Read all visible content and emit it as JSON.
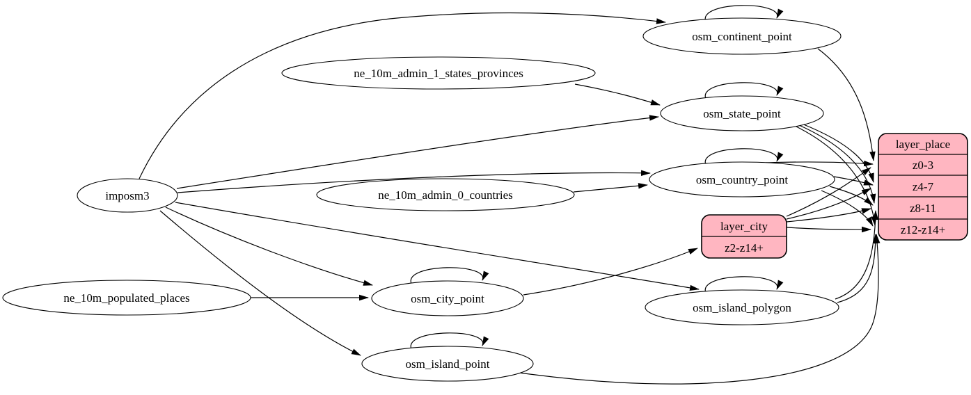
{
  "diagram": {
    "type": "etl-dependency-graph",
    "background": "#ffffff",
    "colors": {
      "node_fill": "#ffffff",
      "record_fill": "#ffb6c1",
      "stroke": "#000000",
      "text": "#000000"
    },
    "nodes": {
      "imposm3": {
        "label": "imposm3"
      },
      "ne_10m_admin_1_states_provinces": {
        "label": "ne_10m_admin_1_states_provinces"
      },
      "ne_10m_admin_0_countries": {
        "label": "ne_10m_admin_0_countries"
      },
      "ne_10m_populated_places": {
        "label": "ne_10m_populated_places"
      },
      "osm_continent_point": {
        "label": "osm_continent_point"
      },
      "osm_state_point": {
        "label": "osm_state_point"
      },
      "osm_country_point": {
        "label": "osm_country_point"
      },
      "osm_city_point": {
        "label": "osm_city_point"
      },
      "osm_island_polygon": {
        "label": "osm_island_polygon"
      },
      "osm_island_point": {
        "label": "osm_island_point"
      },
      "layer_place": {
        "title": "layer_place",
        "rows": [
          "z0-3",
          "z4-7",
          "z8-11",
          "z12-z14+"
        ]
      },
      "layer_city": {
        "title": "layer_city",
        "rows": [
          "z2-z14+"
        ]
      }
    },
    "edges": [
      {
        "from": "imposm3",
        "to": "osm_continent_point"
      },
      {
        "from": "imposm3",
        "to": "osm_state_point"
      },
      {
        "from": "imposm3",
        "to": "osm_country_point"
      },
      {
        "from": "imposm3",
        "to": "osm_city_point"
      },
      {
        "from": "imposm3",
        "to": "osm_island_polygon"
      },
      {
        "from": "imposm3",
        "to": "osm_island_point"
      },
      {
        "from": "ne_10m_admin_1_states_provinces",
        "to": "osm_state_point"
      },
      {
        "from": "ne_10m_admin_0_countries",
        "to": "osm_country_point"
      },
      {
        "from": "ne_10m_populated_places",
        "to": "osm_city_point"
      },
      {
        "from": "osm_continent_point",
        "to": "osm_continent_point"
      },
      {
        "from": "osm_state_point",
        "to": "osm_state_point"
      },
      {
        "from": "osm_country_point",
        "to": "osm_country_point"
      },
      {
        "from": "osm_city_point",
        "to": "osm_city_point"
      },
      {
        "from": "osm_island_polygon",
        "to": "osm_island_polygon"
      },
      {
        "from": "osm_island_point",
        "to": "osm_island_point"
      },
      {
        "from": "osm_continent_point",
        "to": "layer_place:z0-3"
      },
      {
        "from": "osm_state_point",
        "to": "layer_place:z4-7"
      },
      {
        "from": "osm_state_point",
        "to": "layer_place:z8-11"
      },
      {
        "from": "osm_state_point",
        "to": "layer_place:z12-z14+"
      },
      {
        "from": "osm_country_point",
        "to": "layer_place:z0-3"
      },
      {
        "from": "osm_country_point",
        "to": "layer_place:z4-7"
      },
      {
        "from": "osm_country_point",
        "to": "layer_place:z8-11"
      },
      {
        "from": "osm_country_point",
        "to": "layer_place:z12-z14+"
      },
      {
        "from": "osm_city_point",
        "to": "layer_city:z2-z14+"
      },
      {
        "from": "osm_island_polygon",
        "to": "layer_place:z8-11"
      },
      {
        "from": "osm_island_polygon",
        "to": "layer_place:z12-z14+"
      },
      {
        "from": "osm_island_point",
        "to": "layer_place:z12-z14+"
      },
      {
        "from": "layer_city",
        "to": "layer_place:z0-3"
      },
      {
        "from": "layer_city",
        "to": "layer_place:z4-7"
      },
      {
        "from": "layer_city",
        "to": "layer_place:z8-11"
      },
      {
        "from": "layer_city",
        "to": "layer_place:z12-z14+"
      }
    ]
  }
}
